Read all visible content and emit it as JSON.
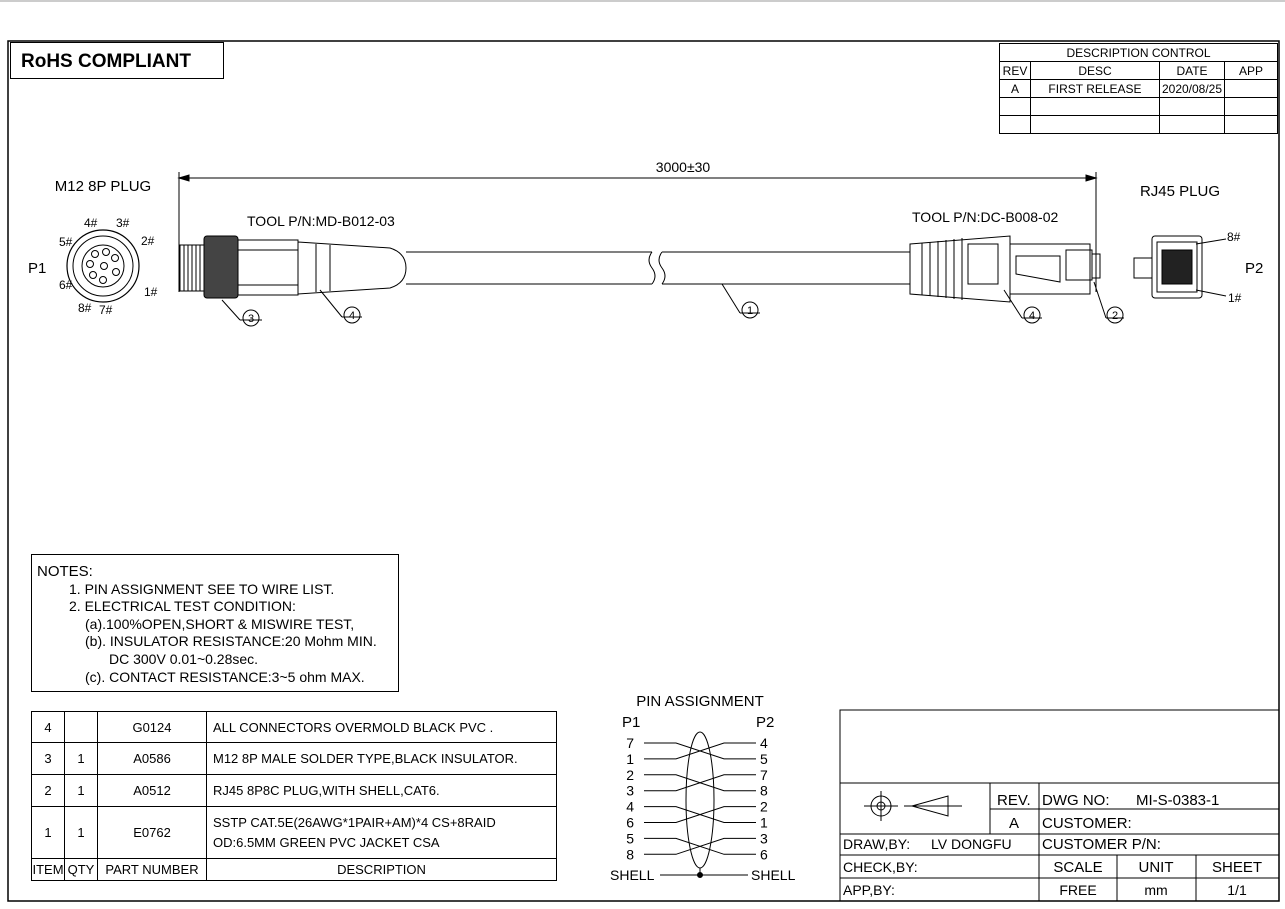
{
  "rohs": "RoHS COMPLIANT",
  "description_control": {
    "title": "DESCRIPTION CONTROL",
    "headers": [
      "REV",
      "DESC",
      "DATE",
      "APP"
    ],
    "rows": [
      [
        "A",
        "FIRST RELEASE",
        "2020/08/25",
        ""
      ]
    ]
  },
  "drawing": {
    "dimension": "3000±30",
    "left_plug_title": "M12 8P PLUG",
    "right_plug_title": "RJ45 PLUG",
    "left_tool": "TOOL P/N:MD-B012-03",
    "right_tool": "TOOL P/N:DC-B008-02",
    "p1": "P1",
    "p2": "P2",
    "m12_pins": [
      "1#",
      "2#",
      "3#",
      "4#",
      "5#",
      "6#",
      "7#",
      "8#"
    ],
    "rj45_pins": [
      "8#",
      "1#"
    ],
    "balloons": [
      "1",
      "2",
      "3",
      "4"
    ]
  },
  "notes": {
    "title": "NOTES:",
    "lines": [
      "1. PIN ASSIGNMENT SEE TO WIRE LIST.",
      "2. ELECTRICAL TEST CONDITION:",
      "(a).100%OPEN,SHORT & MISWIRE TEST,",
      "(b). INSULATOR RESISTANCE:20 Mohm MIN.",
      "DC 300V 0.01~0.28sec.",
      "(c). CONTACT RESISTANCE:3~5 ohm MAX."
    ]
  },
  "pin_assignment": {
    "title": "PIN ASSIGNMENT",
    "p1": "P1",
    "p2": "P2",
    "left": [
      "7",
      "1",
      "2",
      "3",
      "4",
      "6",
      "5",
      "8"
    ],
    "right": [
      "4",
      "5",
      "7",
      "8",
      "2",
      "1",
      "3",
      "6"
    ],
    "shell_left": "SHELL",
    "shell_right": "SHELL"
  },
  "bom": {
    "headers": [
      "ITEM",
      "QTY",
      "PART NUMBER",
      "DESCRIPTION"
    ],
    "rows": [
      {
        "item": "4",
        "qty": "",
        "part": "G0124",
        "desc": "ALL CONNECTORS OVERMOLD BLACK PVC .",
        "desc2": ""
      },
      {
        "item": "3",
        "qty": "1",
        "part": "A0586",
        "desc": "M12 8P MALE SOLDER TYPE,BLACK INSULATOR.",
        "desc2": ""
      },
      {
        "item": "2",
        "qty": "1",
        "part": "A0512",
        "desc": "RJ45 8P8C PLUG,WITH SHELL,CAT6.",
        "desc2": ""
      },
      {
        "item": "1",
        "qty": "1",
        "part": "E0762",
        "desc": "SSTP CAT.5E(26AWG*1PAIR+AM)*4 CS+8RAID",
        "desc2": "OD:6.5MM GREEN PVC JACKET CSA"
      }
    ]
  },
  "title_block": {
    "rev_label": "REV.",
    "rev": "A",
    "dwg_label": "DWG NO:",
    "dwg_no": "MI-S-0383-1",
    "customer": "CUSTOMER:",
    "draw_by": "DRAW,BY:",
    "draw_name": "LV DONGFU",
    "customer_pn": "CUSTOMER P/N:",
    "check_by": "CHECK,BY:",
    "scale_label": "SCALE",
    "unit_label": "UNIT",
    "sheet_label": "SHEET",
    "app_by": "APP,BY:",
    "scale": "FREE",
    "unit": "mm",
    "sheet": "1/1"
  }
}
